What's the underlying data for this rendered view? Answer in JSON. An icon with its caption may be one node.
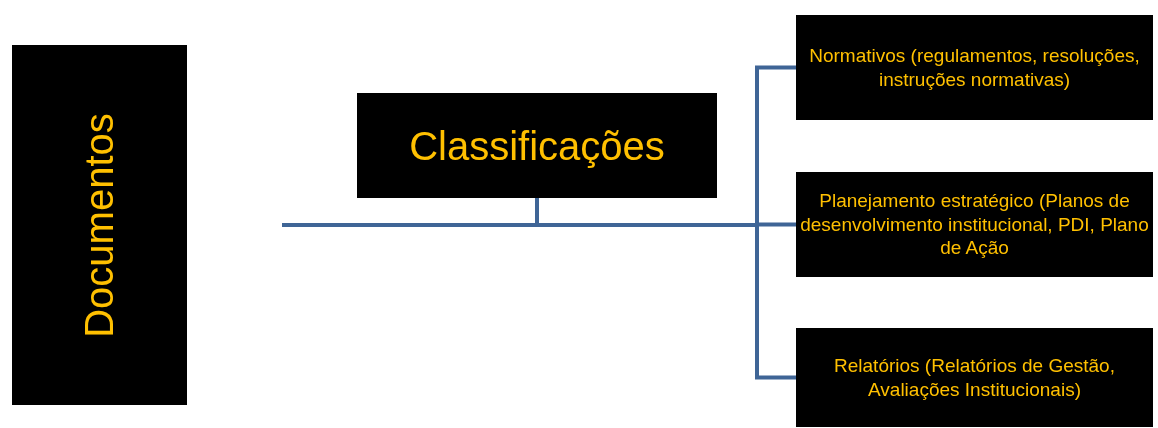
{
  "diagram": {
    "nodes": [
      {
        "text": [
          "Documentos"
        ]
      },
      {
        "text": [
          "Classificações"
        ]
      },
      {
        "text": [
          "Normativos (regulamentos, resoluções, instruções normativas)"
        ]
      },
      {
        "text": [
          "Planejamento estratégico (Planos de desenvolvimento institucional, PDI, Plano de Ação"
        ]
      },
      {
        "text": [
          "Relatórios (Relatórios de Gestão, Avaliações Institucionais)"
        ]
      }
    ],
    "edges": [
      {
        "from": 1,
        "to": 2,
        "arrow": "none"
      },
      {
        "from": 1,
        "to": 3,
        "arrow": "none"
      },
      {
        "from": 1,
        "to": 4,
        "arrow": "none"
      }
    ]
  }
}
